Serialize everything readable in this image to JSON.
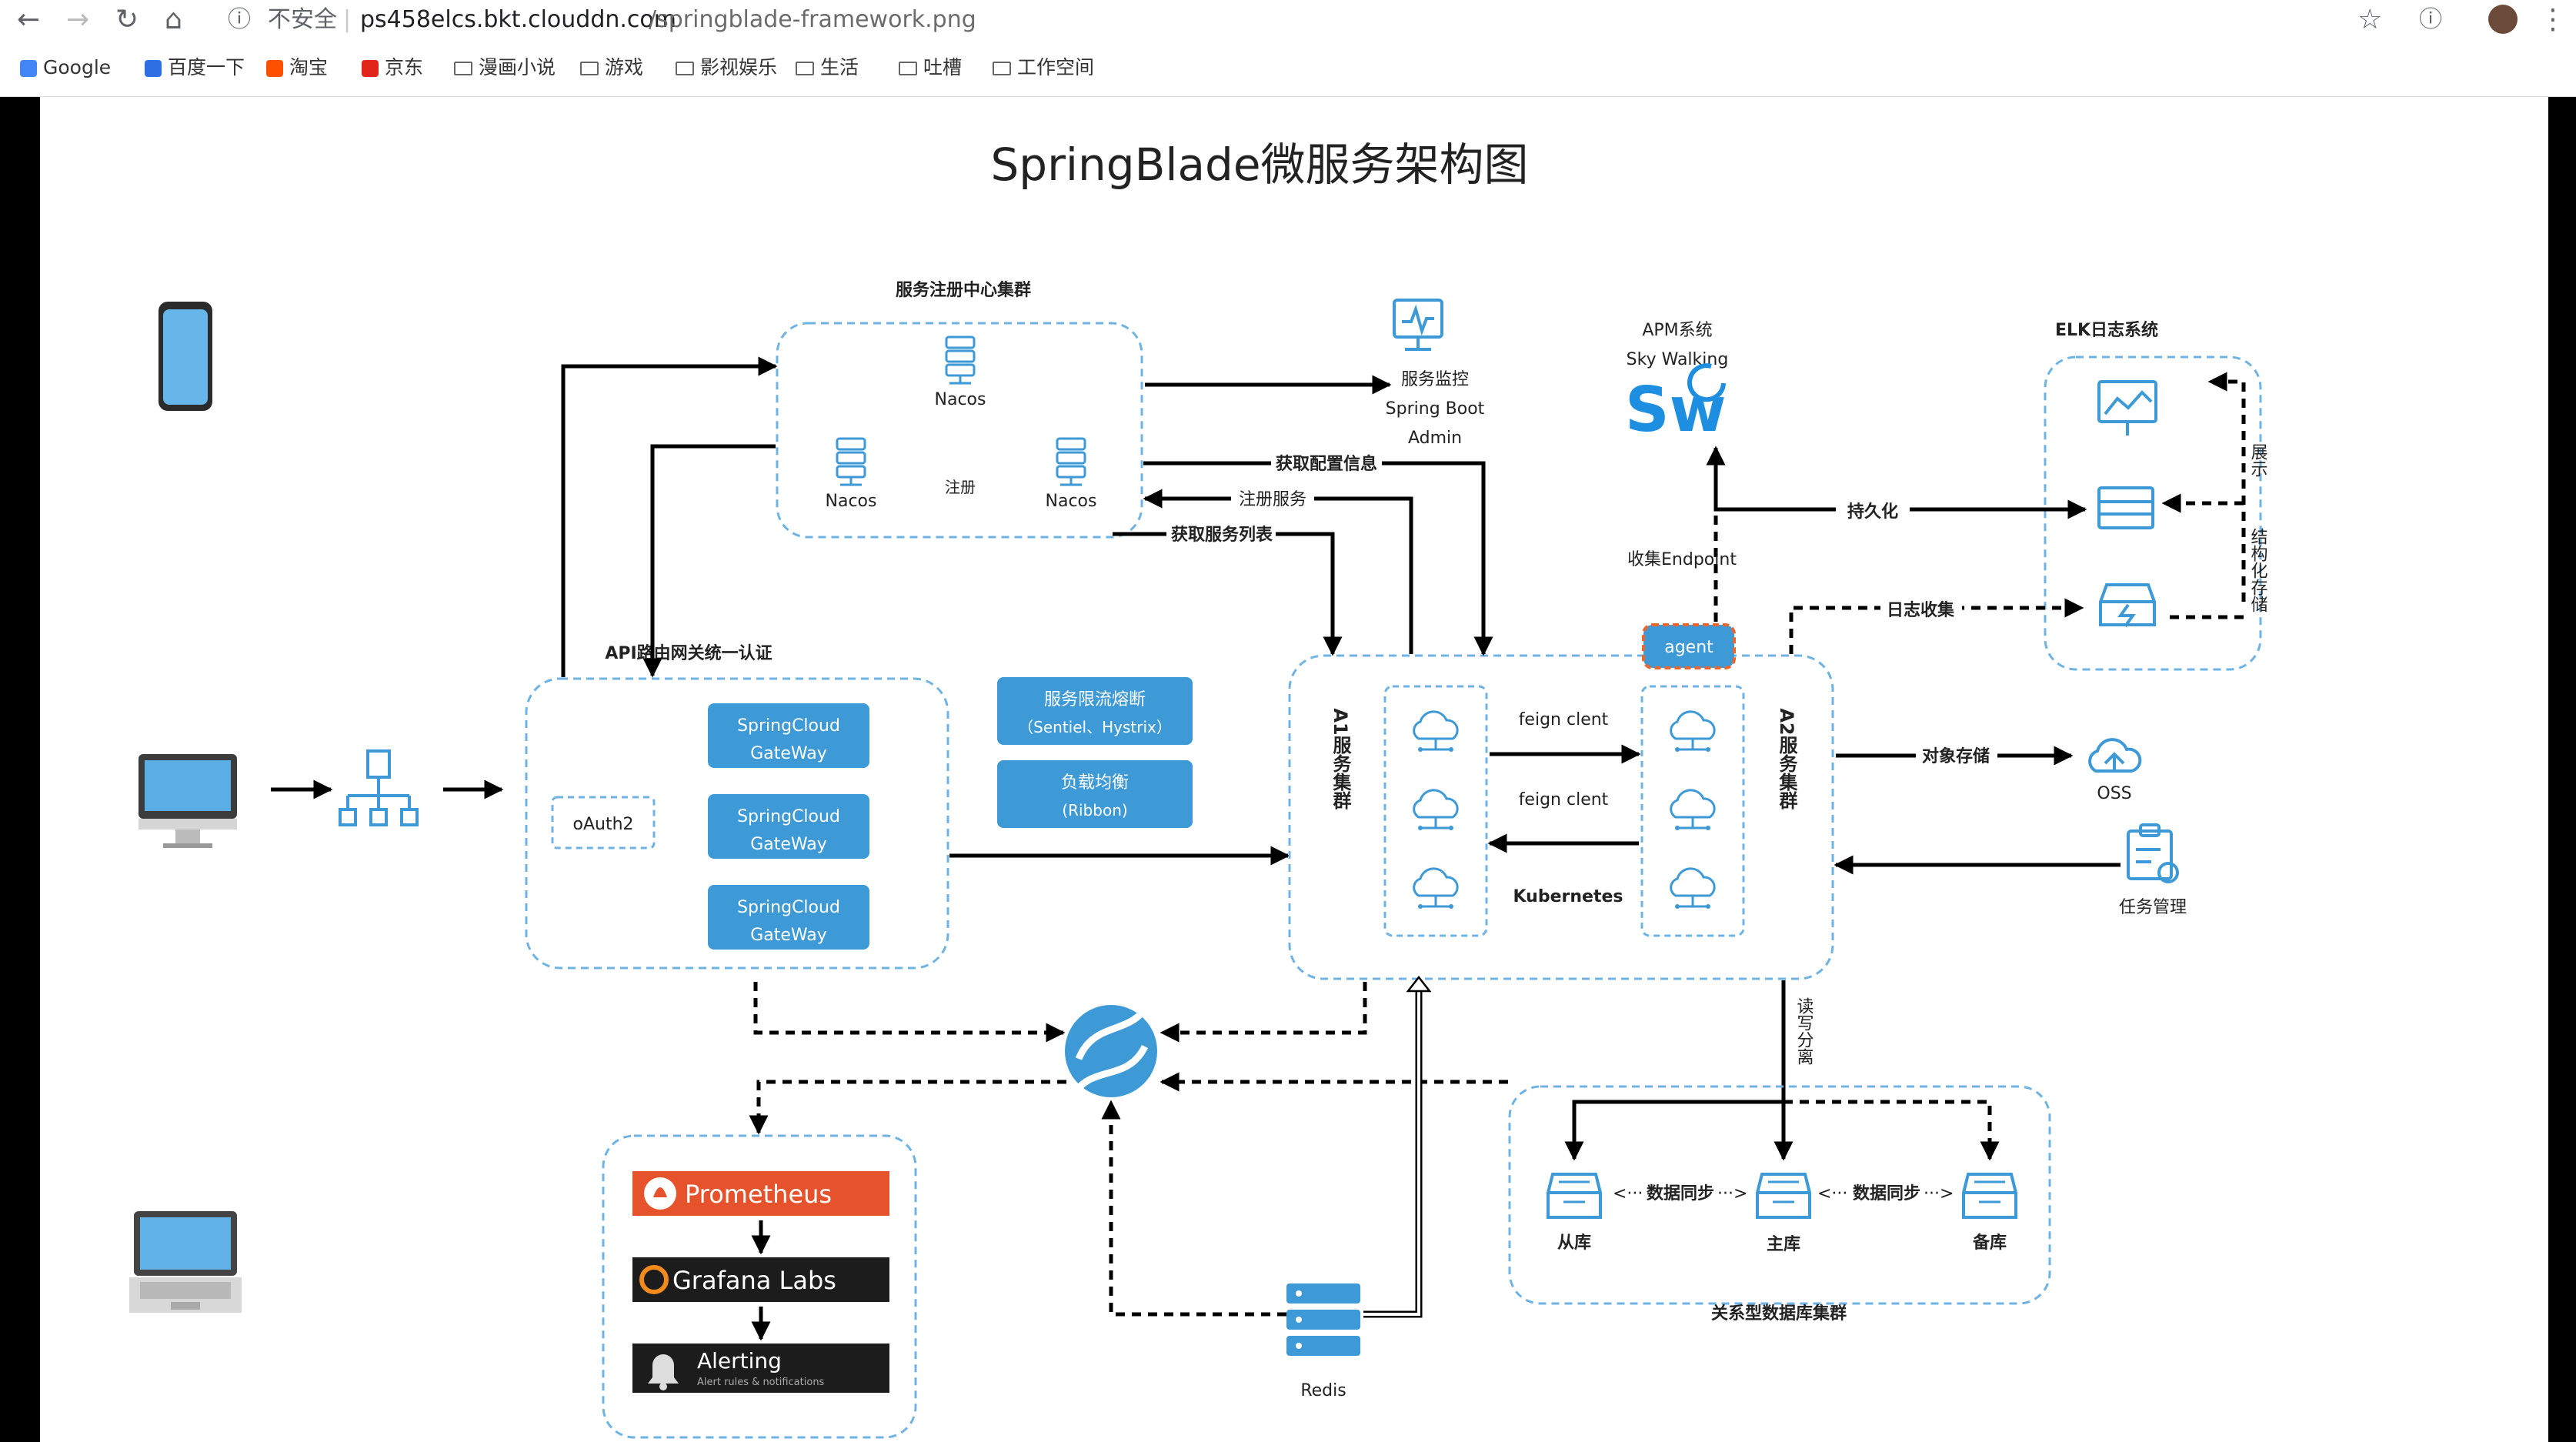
{
  "browser": {
    "security_label": "不安全",
    "url_host": "ps458elcs.bkt.clouddn.com",
    "url_path": "/springblade-framework.png",
    "bookmarks": [
      "Google",
      "百度一下",
      "淘宝",
      "京东",
      "漫画小说",
      "游戏",
      "影视娱乐",
      "生活",
      "吐槽",
      "工作空间"
    ]
  },
  "diagram": {
    "title": "SpringBlade微服务架构图",
    "registry": {
      "title": "服务注册中心集群",
      "nodes": [
        "Nacos",
        "Nacos",
        "Nacos"
      ],
      "center": "注册"
    },
    "monitor": {
      "line1": "服务监控",
      "line2": "Spring Boot",
      "line3": "Admin"
    },
    "apm": {
      "line1": "APM系统",
      "line2": "Sky Walking",
      "logo": "Sw"
    },
    "elk": {
      "title": "ELK日志系统",
      "show": "展示",
      "struct": "结构化存储"
    },
    "gateway": {
      "title": "API路由网关统一认证",
      "oauth": "oAuth2",
      "gw_line1": "SpringCloud",
      "gw_line2": "GateWay"
    },
    "breaker": {
      "line1": "服务限流熔断",
      "line2": "（Sentiel、Hystrix）"
    },
    "balancer": {
      "line1": "负载均衡",
      "line2": "(Ribbon)"
    },
    "cluster_a1": "A1服务集群",
    "cluster_a2": "A2服务集群",
    "feign1": "feign clent",
    "feign2": "feign clent",
    "kubernetes": "Kubernetes",
    "agent": "agent",
    "arrows": {
      "get_config": "获取配置信息",
      "register": "注册服务",
      "get_list": "获取服务列表",
      "collect": "收集Endpoint",
      "persist": "持久化",
      "log_collect": "日志收集",
      "object_storage": "对象存储",
      "rw_split": "读写分离"
    },
    "oss": "OSS",
    "task": "任务管理",
    "db": {
      "title": "关系型数据库集群",
      "slave": "从库",
      "master": "主库",
      "backup": "备库",
      "sync": "数据同步"
    },
    "monitoring": {
      "prometheus": "Prometheus",
      "grafana": "Grafana Labs",
      "alerting": "Alerting",
      "alerting_sub": "Alert rules & notifications"
    },
    "redis": "Redis"
  },
  "colors": {
    "blue": "#3d9ad6",
    "dashed": "#6fb3e3",
    "agent": "#e8662f",
    "prometheus": "#e6522c",
    "dark": "#1c1c1c"
  }
}
